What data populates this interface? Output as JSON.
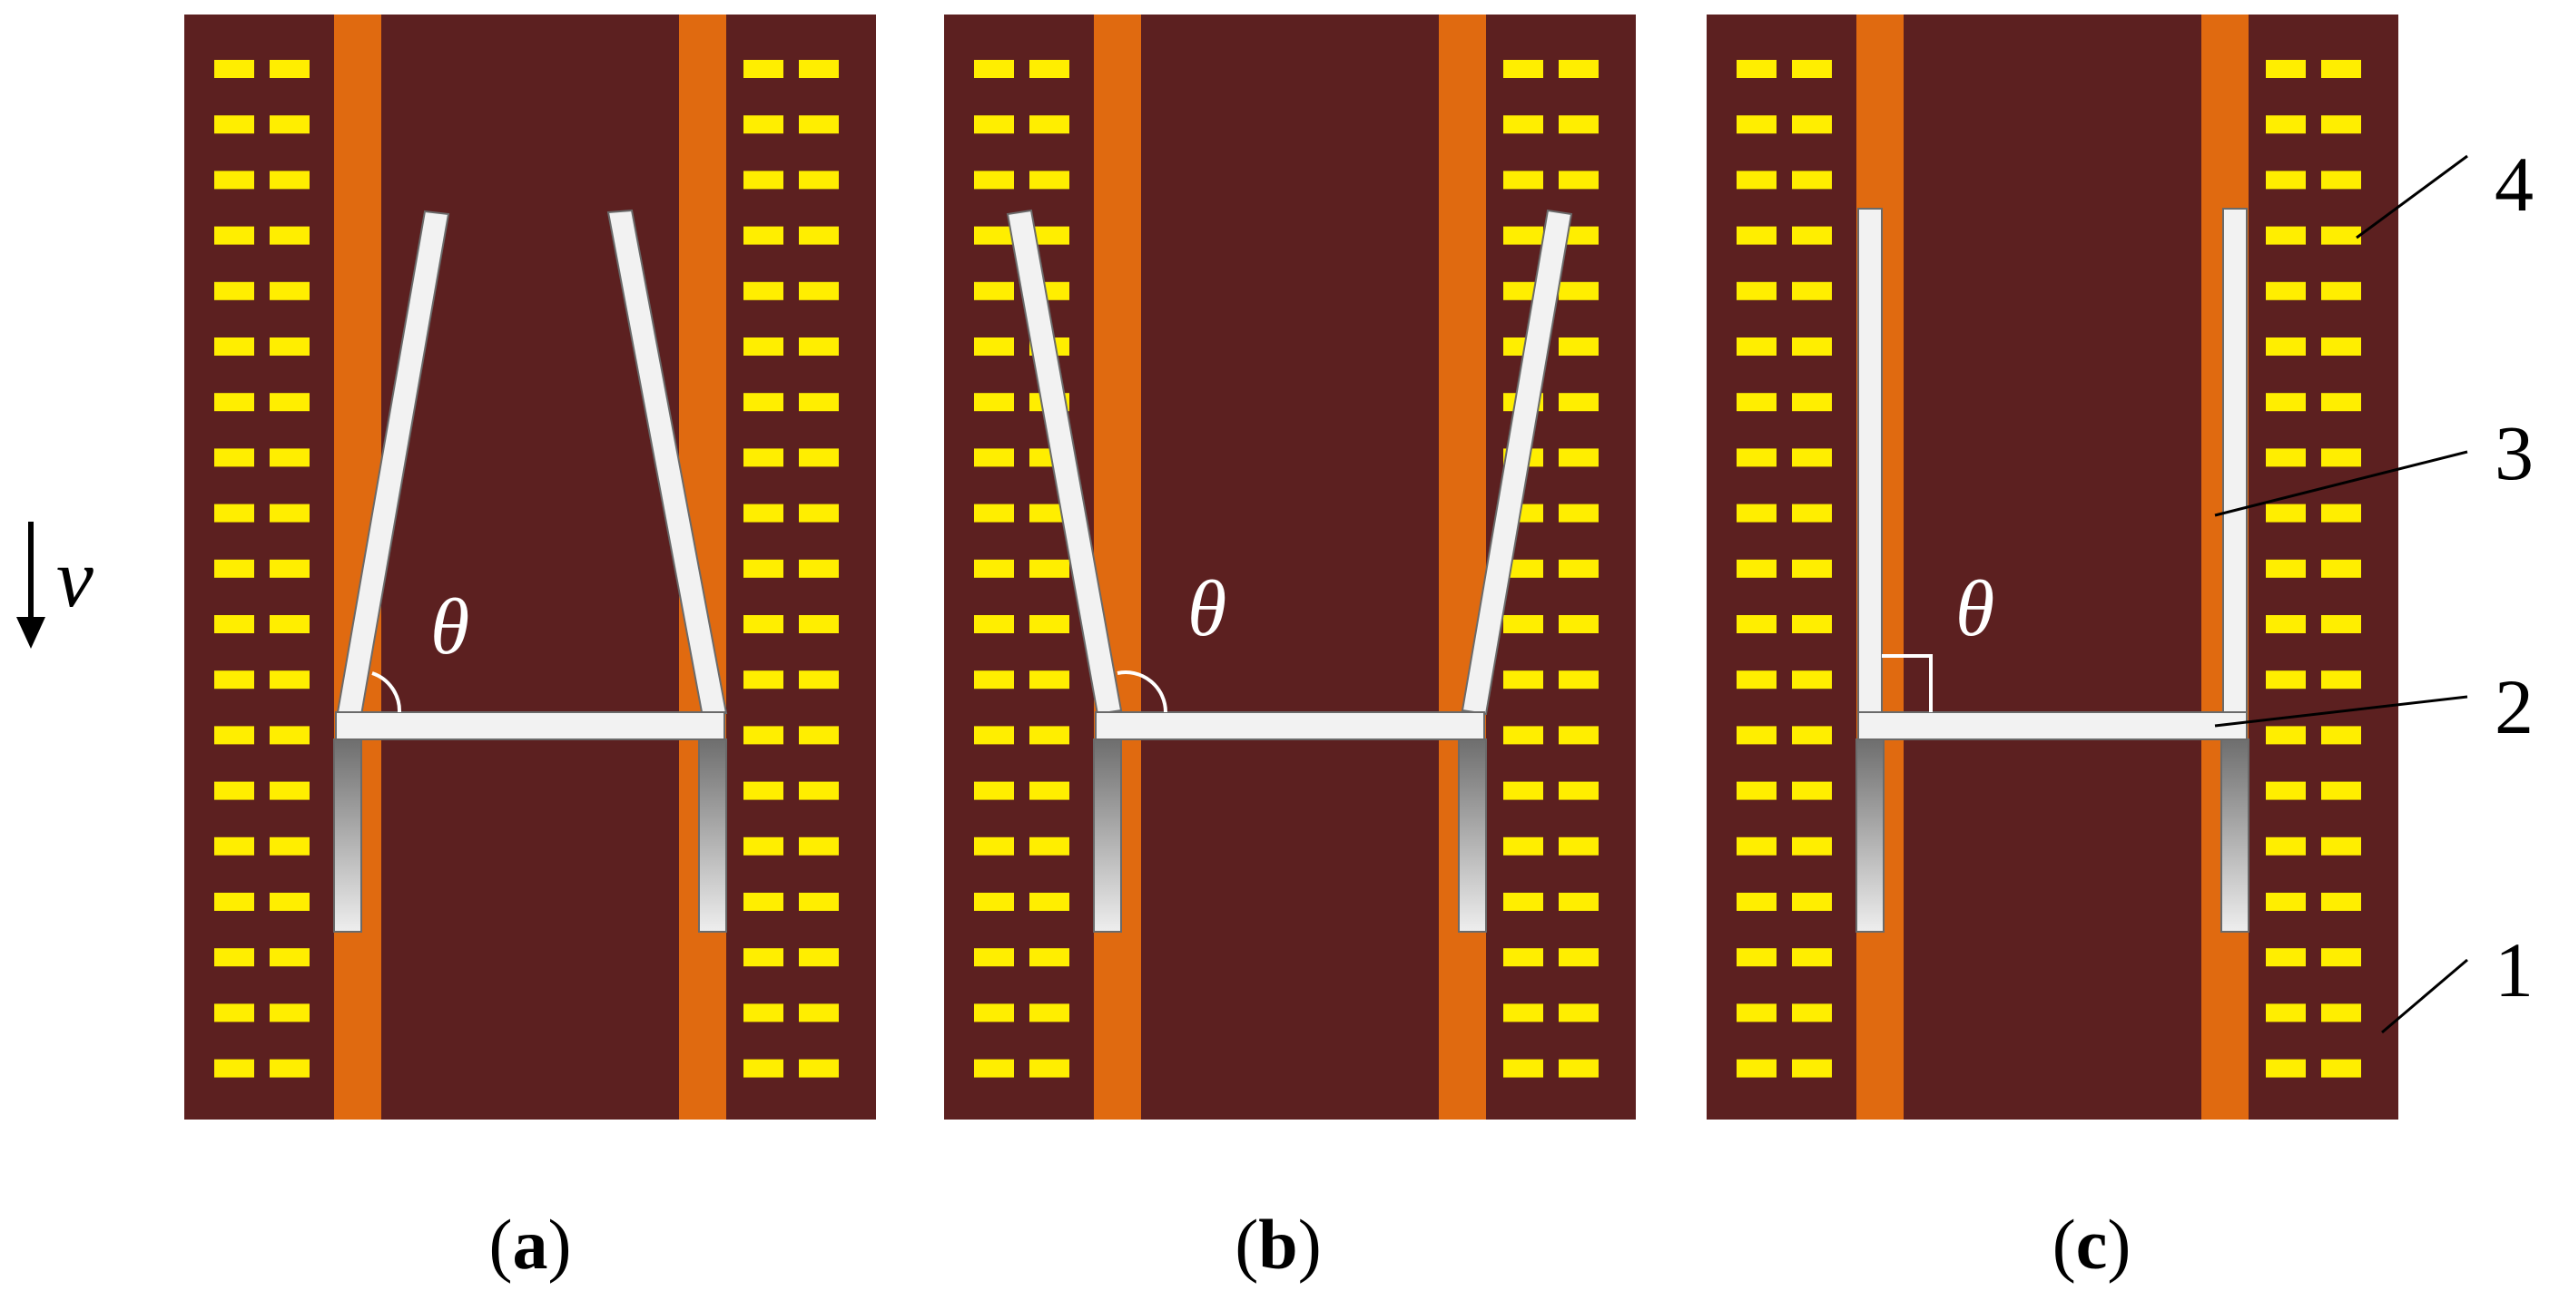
{
  "velocity_label": "v",
  "angle_symbol": "θ",
  "panels": [
    {
      "id": "a",
      "caption_open": "(",
      "caption_letter": "a",
      "caption_close": ")",
      "configuration": "acute-inward"
    },
    {
      "id": "b",
      "caption_open": "(",
      "caption_letter": "b",
      "caption_close": ")",
      "configuration": "obtuse-outward"
    },
    {
      "id": "c",
      "caption_open": "(",
      "caption_letter": "c",
      "caption_close": ")",
      "configuration": "right-angle"
    }
  ],
  "callouts": [
    {
      "id": "c4",
      "text": "4",
      "target": "cover-plate"
    },
    {
      "id": "c3",
      "text": "3",
      "target": "side-guide-bar"
    },
    {
      "id": "c2",
      "text": "2",
      "target": "crossbar"
    },
    {
      "id": "c1",
      "text": "1",
      "target": "belt"
    }
  ],
  "colors": {
    "belt": "#5c2020",
    "rail": "#e06a10",
    "plate": "#ffee00",
    "bar": "#f2f2f2",
    "bar_stroke": "#6a6a6a",
    "post_light": "#eeeeee",
    "post_dark": "#6e6e6e",
    "ink": "#000000"
  }
}
